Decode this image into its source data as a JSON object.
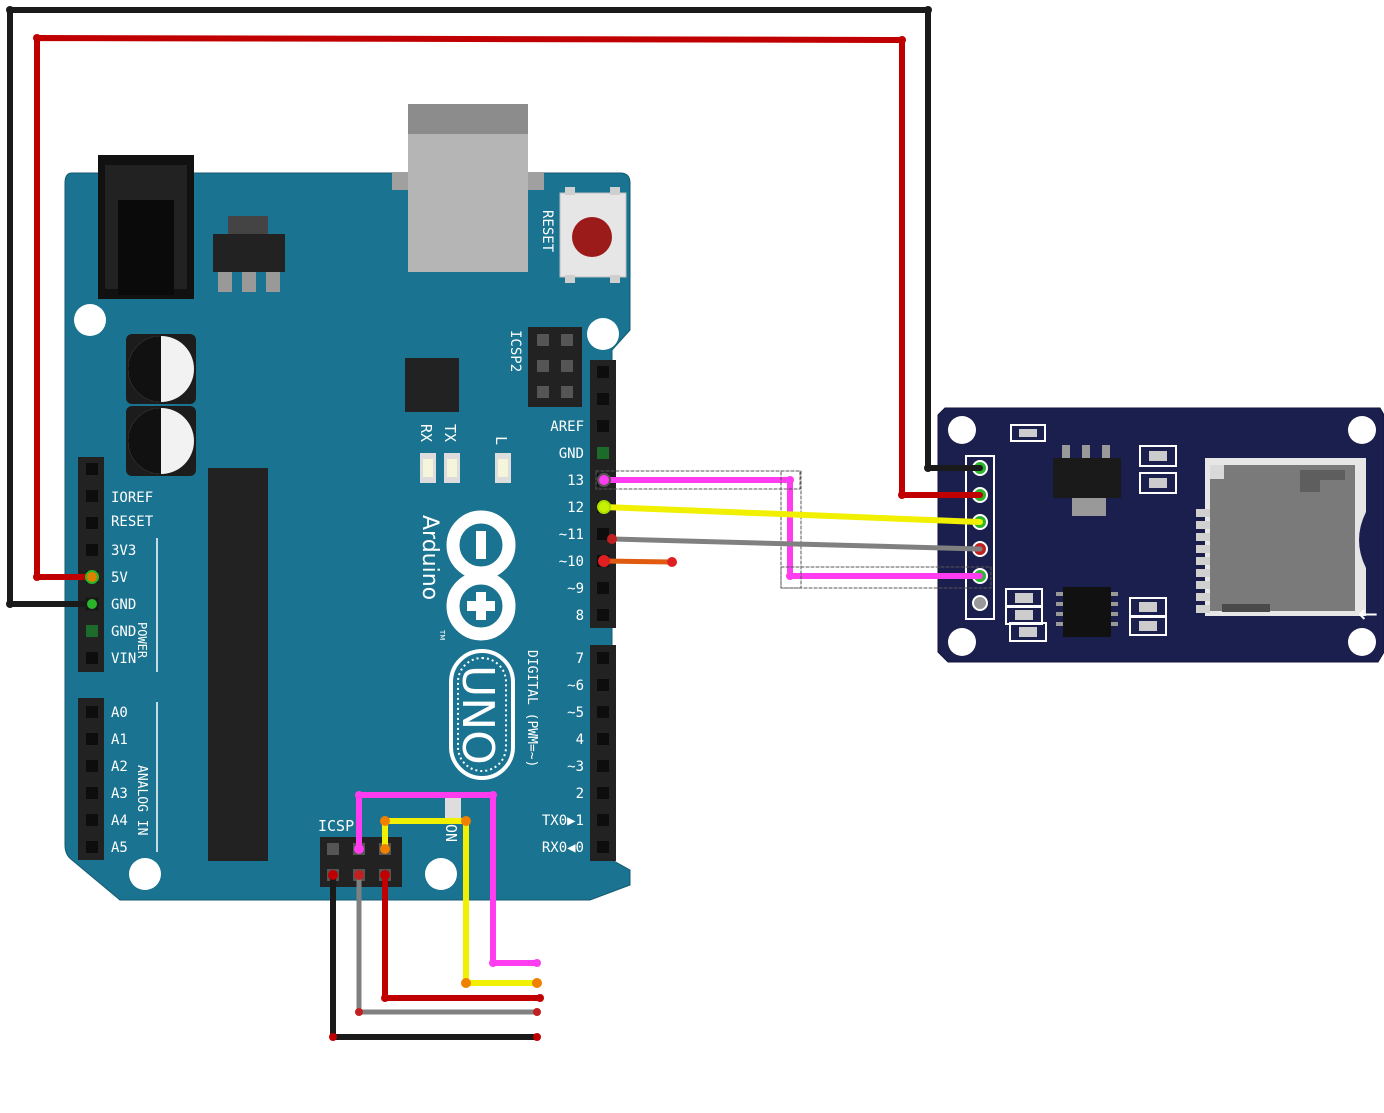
{
  "arduino": {
    "reset_label": "RESET",
    "icsp2_label": "ICSP2",
    "icsp_label": "ICSP",
    "aref": "AREF",
    "gnd_top": "GND",
    "tx": "TX",
    "rx": "RX",
    "l": "L",
    "on": "ON",
    "brand": "Arduino",
    "tm": "TM",
    "model": "UNO",
    "power_section": "POWER",
    "analog_section": "ANALOG IN",
    "digital_section": "DIGITAL (PWM=~)",
    "power_pins": [
      "IOREF",
      "RESET",
      "3V3",
      "5V",
      "GND",
      "GND",
      "VIN"
    ],
    "analog_pins": [
      "A0",
      "A1",
      "A2",
      "A3",
      "A4",
      "A5"
    ],
    "digital_pins_high": [
      "13",
      "12",
      "~11",
      "~10",
      "~9",
      "8"
    ],
    "digital_pins_low": [
      "7",
      "~6",
      "~5",
      "4",
      "~3",
      "2",
      "TX0▶1",
      "RX0◀0"
    ]
  },
  "sd_module": {
    "arrow": "←"
  },
  "colors": {
    "board": "#1a7390",
    "module": "#1a1f4d",
    "black_wire": "#1a1a1a",
    "red_wire": "#c00000",
    "magenta_wire": "#ff3cf0",
    "yellow_wire": "#f0f000",
    "gray_wire": "#808080",
    "orange_wire": "#e05a10"
  }
}
